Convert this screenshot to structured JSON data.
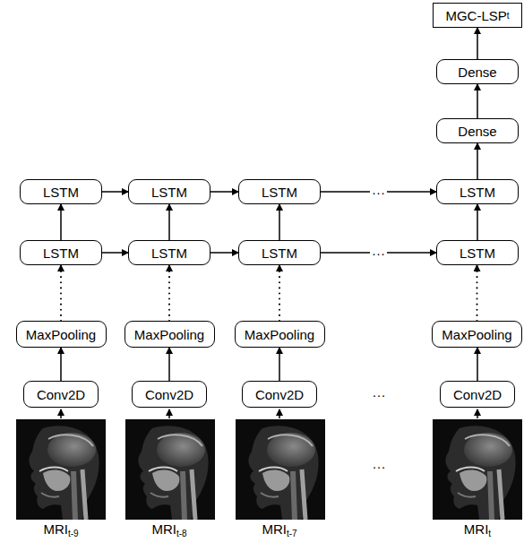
{
  "diagram": {
    "nodes": [
      {
        "text": [
          "MGC-LSP",
          "t"
        ]
      },
      {
        "text": [
          "Dense"
        ]
      },
      {
        "text": [
          "Dense"
        ]
      },
      {
        "text": [
          "LSTM"
        ]
      },
      {
        "text": [
          "LSTM"
        ]
      },
      {
        "text": [
          "LSTM"
        ]
      },
      {
        "text": [
          "LSTM"
        ]
      },
      {
        "text": [
          "LSTM"
        ]
      },
      {
        "text": [
          "LSTM"
        ]
      },
      {
        "text": [
          "LSTM"
        ]
      },
      {
        "text": [
          "LSTM"
        ]
      },
      {
        "text": [
          "MaxPooling"
        ]
      },
      {
        "text": [
          "MaxPooling"
        ]
      },
      {
        "text": [
          "MaxPooling"
        ]
      },
      {
        "text": [
          "MaxPooling"
        ]
      },
      {
        "text": [
          "Conv2D"
        ]
      },
      {
        "text": [
          "Conv2D"
        ]
      },
      {
        "text": [
          "Conv2D"
        ]
      },
      {
        "text": [
          "Conv2D"
        ]
      }
    ],
    "edges": [
      {
        "from": 15,
        "to": 11,
        "arrow": "to"
      },
      {
        "from": 16,
        "to": 12,
        "arrow": "to"
      },
      {
        "from": 17,
        "to": 13,
        "arrow": "to"
      },
      {
        "from": 18,
        "to": 14,
        "arrow": "to"
      },
      {
        "from": 11,
        "to": 7,
        "arrow": "to"
      },
      {
        "from": 12,
        "to": 8,
        "arrow": "to"
      },
      {
        "from": 13,
        "to": 9,
        "arrow": "to"
      },
      {
        "from": 14,
        "to": 10,
        "arrow": "to"
      },
      {
        "from": 7,
        "to": 3,
        "arrow": "to"
      },
      {
        "from": 8,
        "to": 4,
        "arrow": "to"
      },
      {
        "from": 9,
        "to": 5,
        "arrow": "to"
      },
      {
        "from": 10,
        "to": 6,
        "arrow": "to"
      },
      {
        "from": 7,
        "to": 8,
        "arrow": "to"
      },
      {
        "from": 8,
        "to": 9,
        "arrow": "to"
      },
      {
        "from": 9,
        "to": 10,
        "label": "···",
        "arrow": "to"
      },
      {
        "from": 3,
        "to": 4,
        "arrow": "to"
      },
      {
        "from": 4,
        "to": 5,
        "arrow": "to"
      },
      {
        "from": 5,
        "to": 6,
        "label": "···",
        "arrow": "to"
      },
      {
        "from": 6,
        "to": 2,
        "arrow": "to"
      },
      {
        "from": 2,
        "to": 1,
        "arrow": "to"
      },
      {
        "from": 1,
        "to": 0,
        "arrow": "to"
      }
    ],
    "labels": [
      "MRI",
      "t-9",
      "MRI",
      "t-8",
      "MRI",
      "t-7",
      "MRI",
      "t",
      "···",
      "···"
    ]
  }
}
